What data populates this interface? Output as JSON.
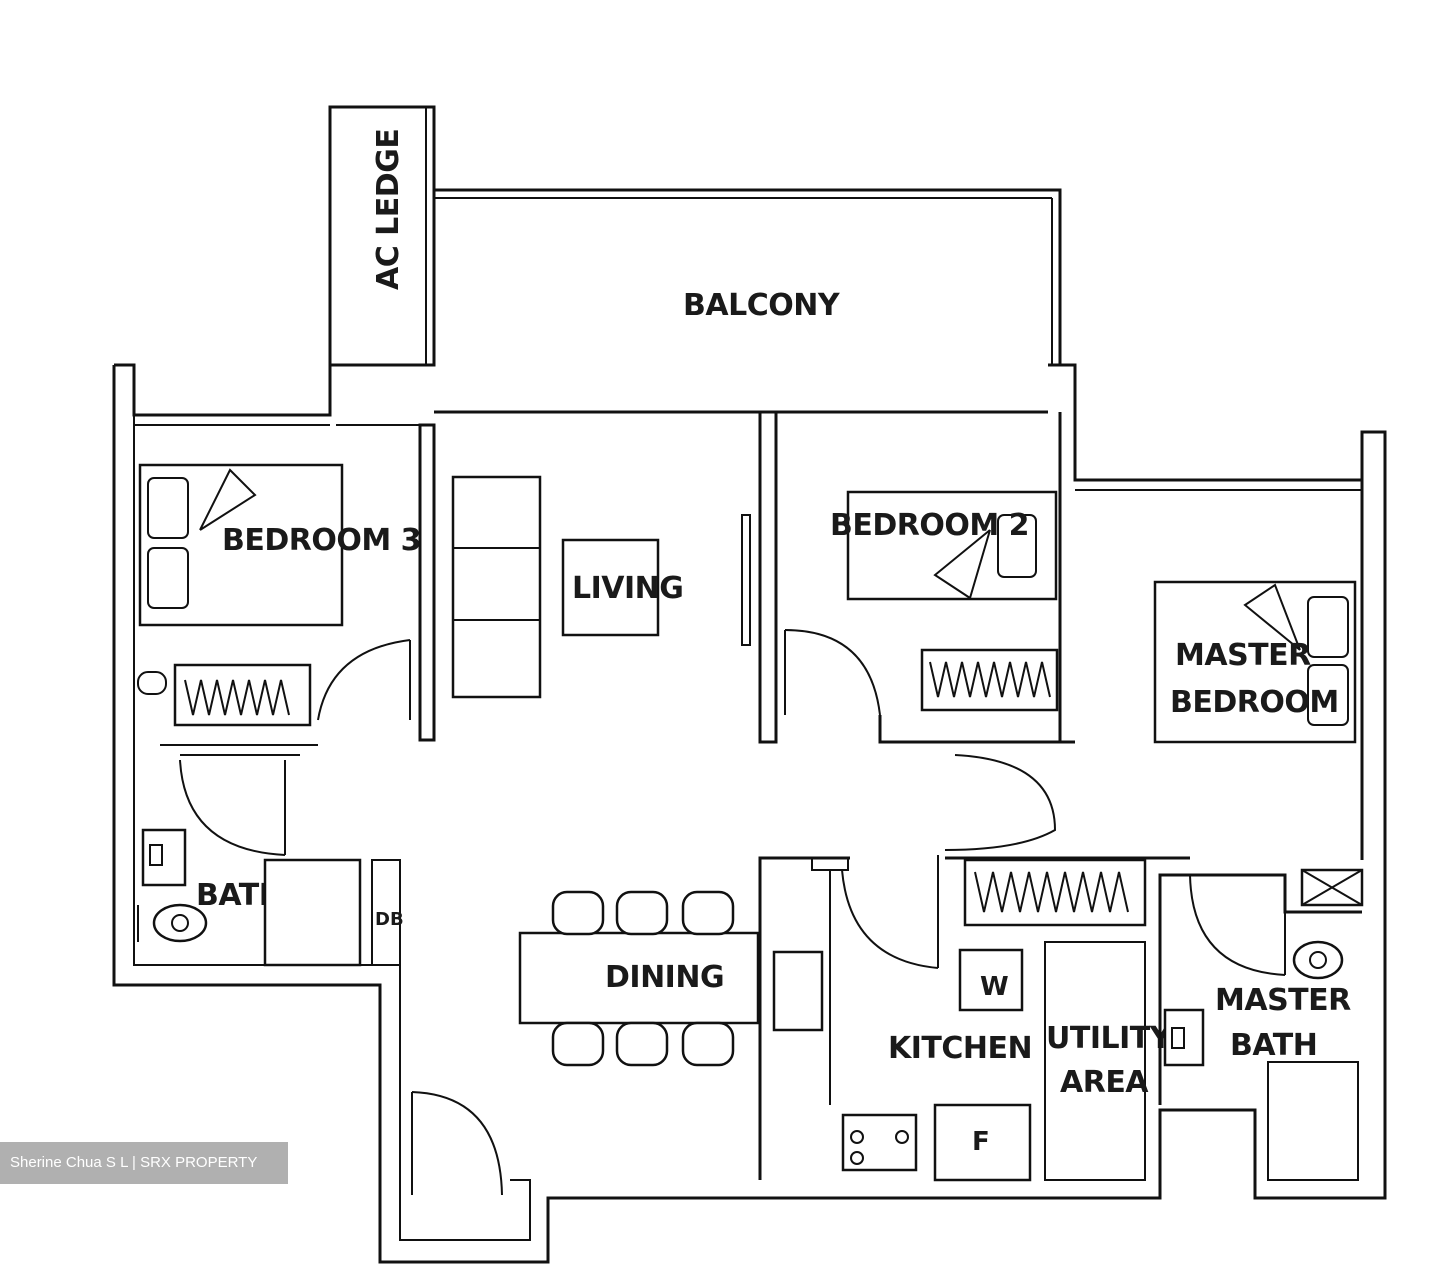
{
  "rooms": {
    "ac_ledge": "AC LEDGE",
    "balcony": "BALCONY",
    "bedroom3": "BEDROOM 3",
    "living": "LIVING",
    "bedroom2": "BEDROOM 2",
    "master_bedroom_line1": "MASTER",
    "master_bedroom_line2": "BEDROOM",
    "bath1": "BATH 1",
    "db": "DB",
    "dining": "DINING",
    "kitchen": "KITCHEN",
    "utility_line1": "UTILITY",
    "utility_line2": "AREA",
    "master_bath_line1": "MASTER",
    "master_bath_line2": "BATH"
  },
  "fixtures": {
    "washer": "W",
    "fridge": "F"
  },
  "watermark": "Sherine Chua S L | SRX PROPERTY",
  "colors": {
    "line": "#111111",
    "background": "#ffffff",
    "watermark_bg": "#969696"
  }
}
